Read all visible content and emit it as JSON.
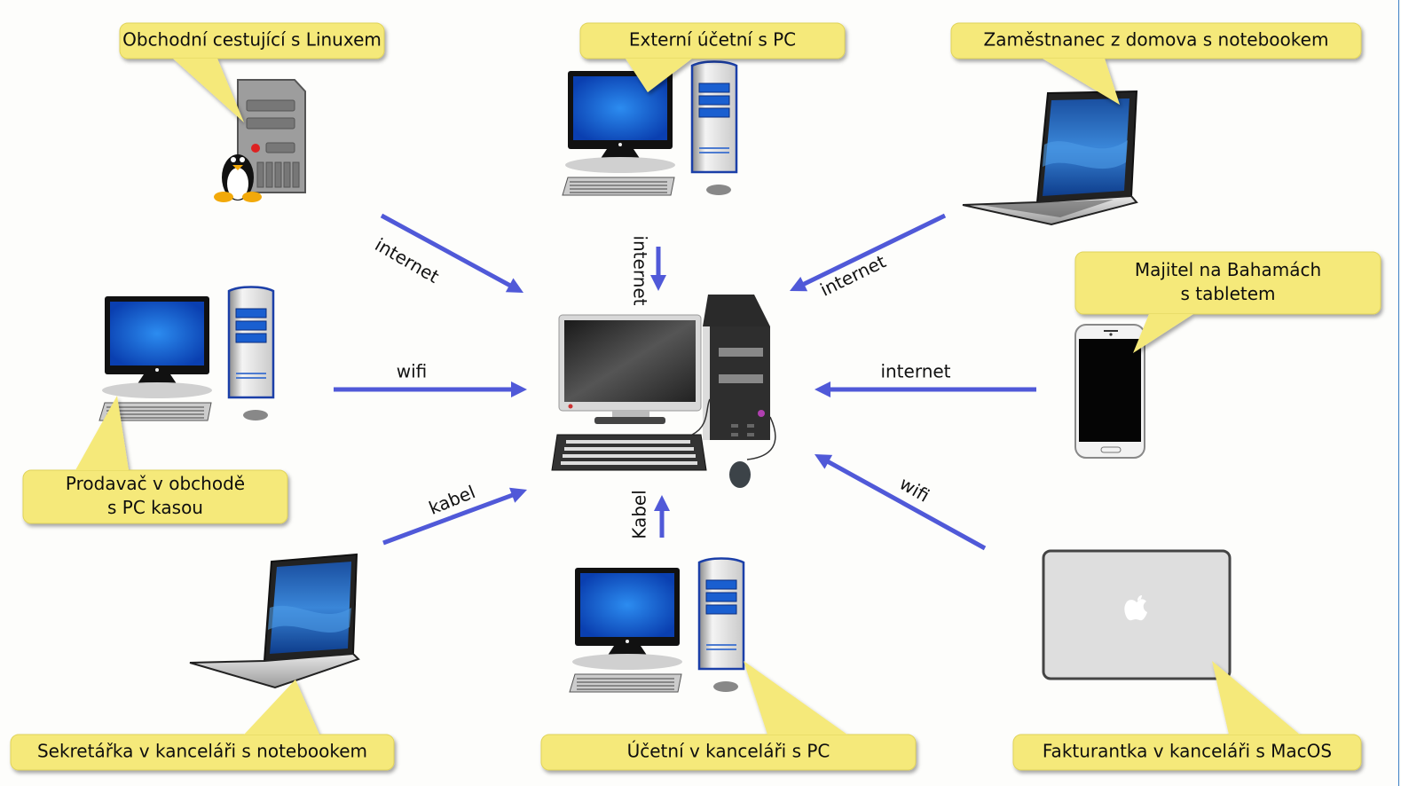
{
  "diagram": {
    "title": "",
    "colors": {
      "arrow": "#5059d8",
      "callout_fill": "#f5e97a",
      "callout_stroke": "#e0d35a",
      "text": "#111111",
      "right_rule": "#3b7fc4"
    },
    "center_node": {
      "id": "server",
      "label": "",
      "icon": "desktop-computer-icon"
    },
    "nodes": [
      {
        "id": "linux-traveler",
        "icon": "linux-server-icon",
        "label_lines": [
          "Obchodní cestující s Linuxem"
        ]
      },
      {
        "id": "external-accountant",
        "icon": "desktop-pc-icon",
        "label_lines": [
          "Externí účetní s PC"
        ]
      },
      {
        "id": "home-employee",
        "icon": "laptop-icon",
        "label_lines": [
          "Zaměstnanec z domova s notebookem"
        ]
      },
      {
        "id": "owner-bahamas",
        "icon": "smartphone-icon",
        "label_lines": [
          "Majitel na Bahamách",
          "s tabletem"
        ]
      },
      {
        "id": "shop-seller",
        "icon": "desktop-pc-icon",
        "label_lines": [
          "Prodavač v obchodě",
          "s PC kasou"
        ]
      },
      {
        "id": "secretary",
        "icon": "laptop-icon",
        "label_lines": [
          "Sekretářka v kanceláři s notebookem"
        ]
      },
      {
        "id": "office-accountant",
        "icon": "desktop-pc-icon",
        "label_lines": [
          "Účetní v kanceláři s PC"
        ]
      },
      {
        "id": "invoice-clerk",
        "icon": "macbook-icon",
        "label_lines": [
          "Fakturantka v kanceláři s MacOS"
        ]
      }
    ],
    "edges": [
      {
        "from": "linux-traveler",
        "to": "server",
        "label": "internet"
      },
      {
        "from": "external-accountant",
        "to": "server",
        "label": "internet"
      },
      {
        "from": "home-employee",
        "to": "server",
        "label": "internet"
      },
      {
        "from": "shop-seller",
        "to": "server",
        "label": "wifi"
      },
      {
        "from": "owner-bahamas",
        "to": "server",
        "label": "internet"
      },
      {
        "from": "secretary",
        "to": "server",
        "label": "kabel"
      },
      {
        "from": "office-accountant",
        "to": "server",
        "label": "Kabel"
      },
      {
        "from": "invoice-clerk",
        "to": "server",
        "label": "wifi"
      }
    ]
  }
}
